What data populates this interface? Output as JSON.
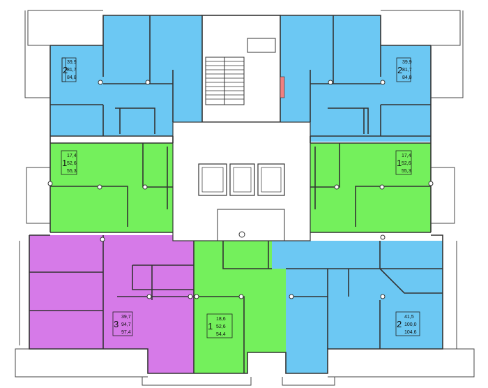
{
  "colors": {
    "blue": "#6cc8f3",
    "green": "#74f05c",
    "purple": "#d67ae8",
    "wall": "#333333",
    "outline": "#444444",
    "background": "#ffffff"
  },
  "units": [
    {
      "rooms": "2",
      "living": "39,9",
      "useful": "81,7",
      "total": "84,8",
      "color": "blue"
    },
    {
      "rooms": "2",
      "living": "39,9",
      "useful": "81,7",
      "total": "84,8",
      "color": "blue"
    },
    {
      "rooms": "1",
      "living": "17,4",
      "useful": "52,6",
      "total": "55,3",
      "color": "green"
    },
    {
      "rooms": "1",
      "living": "17,4",
      "useful": "52,6",
      "total": "55,3",
      "color": "green"
    },
    {
      "rooms": "3",
      "living": "39,7",
      "useful": "94,7",
      "total": "97,4",
      "color": "purple"
    },
    {
      "rooms": "1",
      "living": "18,6",
      "useful": "52,6",
      "total": "54,4",
      "color": "green"
    },
    {
      "rooms": "2",
      "living": "41,5",
      "useful": "100,0",
      "total": "104,6",
      "color": "blue"
    }
  ]
}
